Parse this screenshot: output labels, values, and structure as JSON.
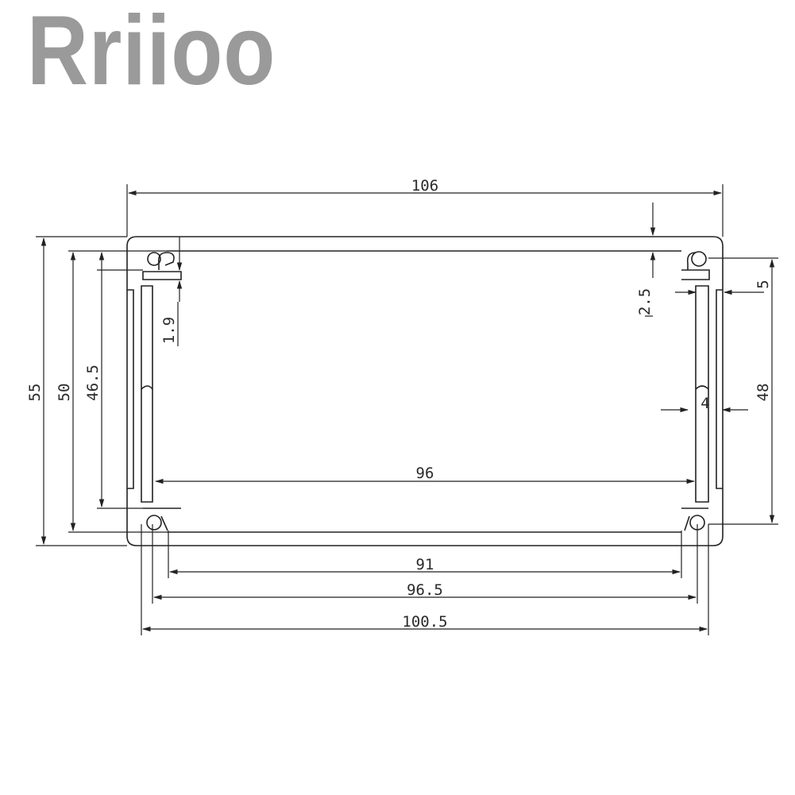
{
  "brand": {
    "name": "Rriioo",
    "color": "#9a9a9a"
  },
  "diagram": {
    "subject": "aluminum-enclosure-profile-cross-section",
    "line_color": "#222222",
    "dimensions": {
      "total_width": "106",
      "inner_width": "96",
      "slot_span_inner": "91",
      "slot_span_mid": "96.5",
      "slot_span_outer": "100.5",
      "total_height": "55",
      "height_50": "50",
      "height_46_5": "46.5",
      "height_48": "48",
      "wall_top": "2.5",
      "rib_1_9": "1.9",
      "side_5": "5",
      "side_4": "4"
    }
  }
}
